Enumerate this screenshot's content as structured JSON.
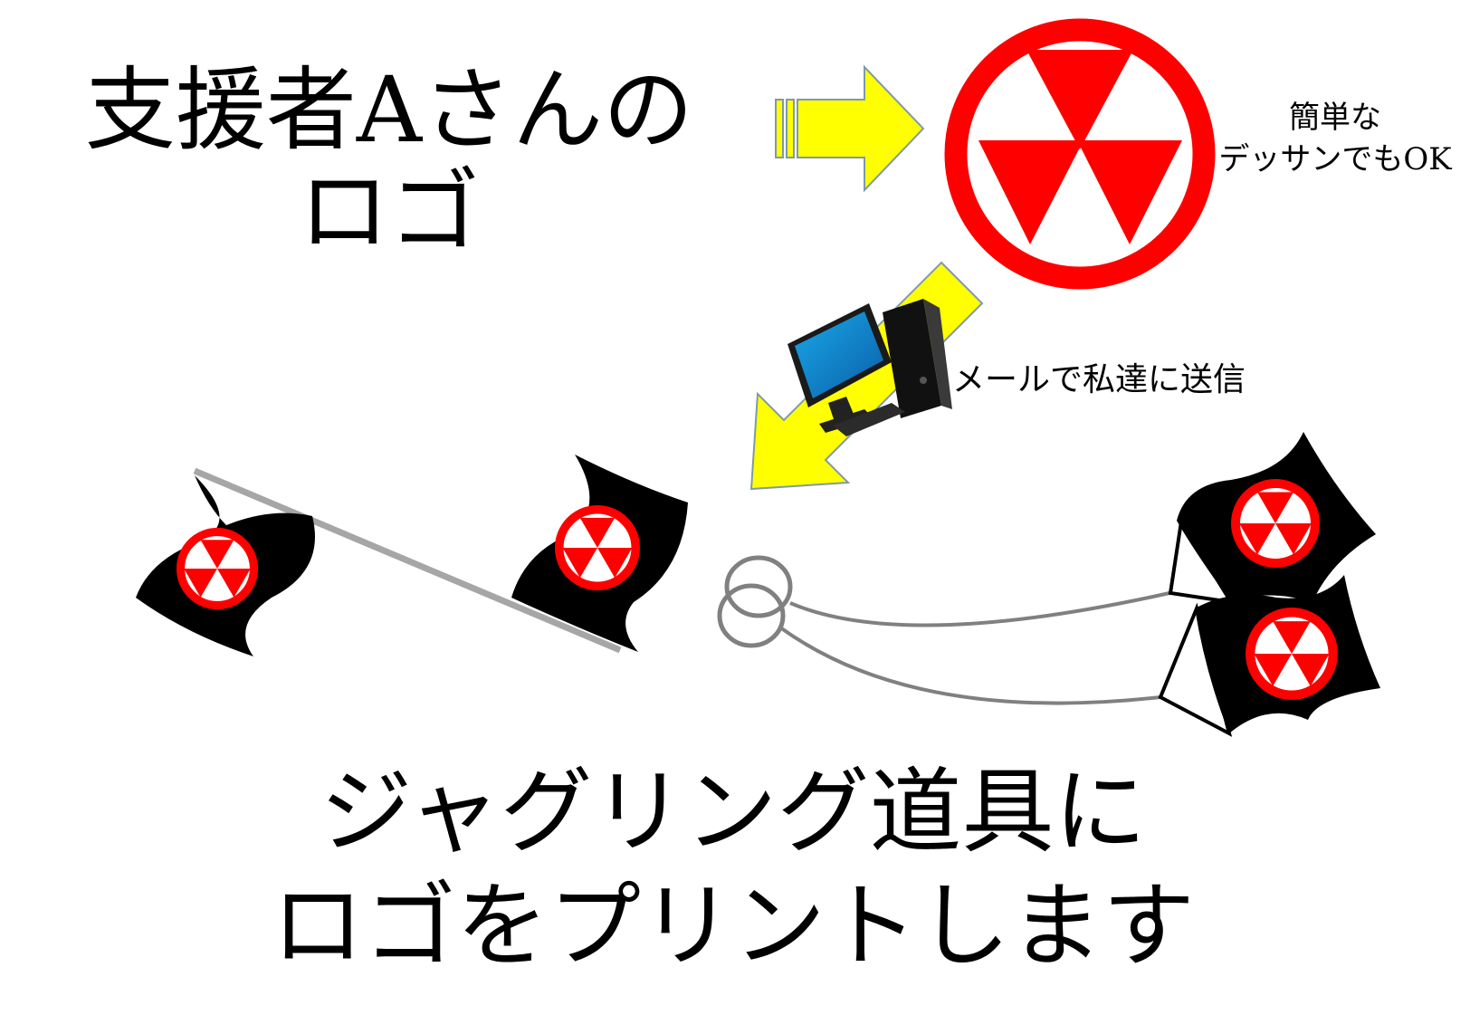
{
  "title": {
    "line1": "支援者Aさんの",
    "line2": "ロゴ"
  },
  "note": {
    "line1": "簡単な",
    "line2": "デッサンでもOK"
  },
  "mail_caption": "メールで私達に送信",
  "bottom": {
    "line1": "ジャグリング道具に",
    "line2": "ロゴをプリントします"
  },
  "colors": {
    "logo_red": "#ff0000",
    "arrow_fill": "#ffff00",
    "arrow_stroke": "#7f9aa8",
    "flag_black": "#000000",
    "stick_gray": "#a6a6a6",
    "ring_gray": "#808080"
  },
  "icons": [
    "trefoil-logo",
    "desktop-computer-icon",
    "flag-stick",
    "juggling-rings",
    "poi-flags"
  ]
}
